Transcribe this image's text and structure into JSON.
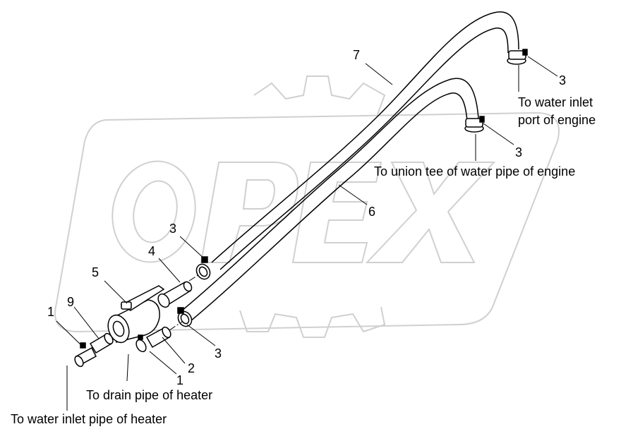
{
  "watermark": {
    "text": "OPEX",
    "color": "#d9d9d9"
  },
  "callouts": {
    "n7": "7",
    "n3_a": "3",
    "n3_b": "3",
    "n3_c": "3",
    "n3_d": "3",
    "n6": "6",
    "n4": "4",
    "n5": "5",
    "n9": "9",
    "n1_a": "1",
    "n1_b": "1",
    "n2": "2"
  },
  "notes": {
    "water_inlet_line1": "To water inlet",
    "water_inlet_line2": "port of engine",
    "union_tee": "To union tee of water pipe of engine",
    "drain_pipe": "To drain pipe of heater",
    "inlet_pipe_heater": "To water inlet pipe of heater"
  }
}
